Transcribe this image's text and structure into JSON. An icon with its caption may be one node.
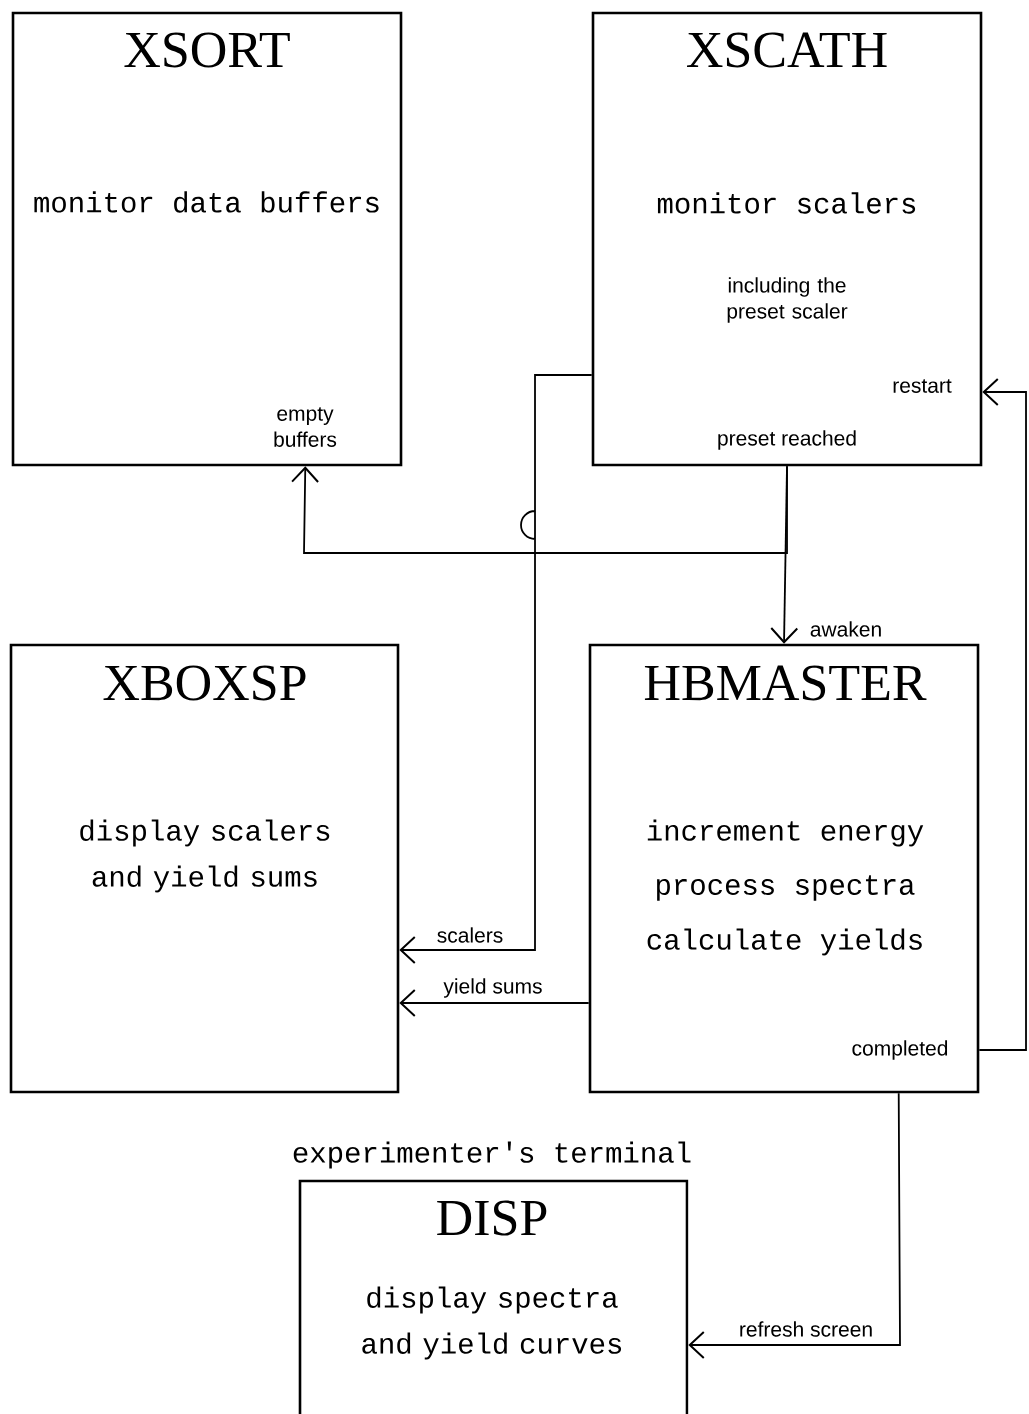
{
  "diagram": {
    "nodes": [
      {
        "text": [
          "XSORT",
          "monitor data buffers",
          "empty buffers"
        ]
      },
      {
        "text": [
          "XSCATH",
          "monitor scalers",
          "including the preset scaler",
          "restart",
          "preset reached"
        ]
      },
      {
        "text": [
          "XBOXSP",
          "display scalers and yield sums"
        ]
      },
      {
        "text": [
          "HBMASTER",
          "increment energy",
          "process spectra",
          "calculate yields",
          "completed"
        ]
      },
      {
        "text": [
          "DISP",
          "display spectra and yield curves"
        ],
        "beside": [
          "experimenter's terminal"
        ]
      }
    ],
    "edges": [
      {
        "from": 1,
        "to": 0,
        "arrow": "to"
      },
      {
        "from": 1,
        "to": 3,
        "arrow": "to",
        "label": "awaken"
      },
      {
        "from": 1,
        "to": 2,
        "arrow": "to",
        "label": "scalers"
      },
      {
        "from": 3,
        "to": 2,
        "arrow": "to",
        "label": "yield sums"
      },
      {
        "from": 3,
        "to": 1,
        "arrow": "to"
      },
      {
        "from": 3,
        "to": 4,
        "arrow": "to",
        "label": "refresh screen"
      }
    ]
  }
}
